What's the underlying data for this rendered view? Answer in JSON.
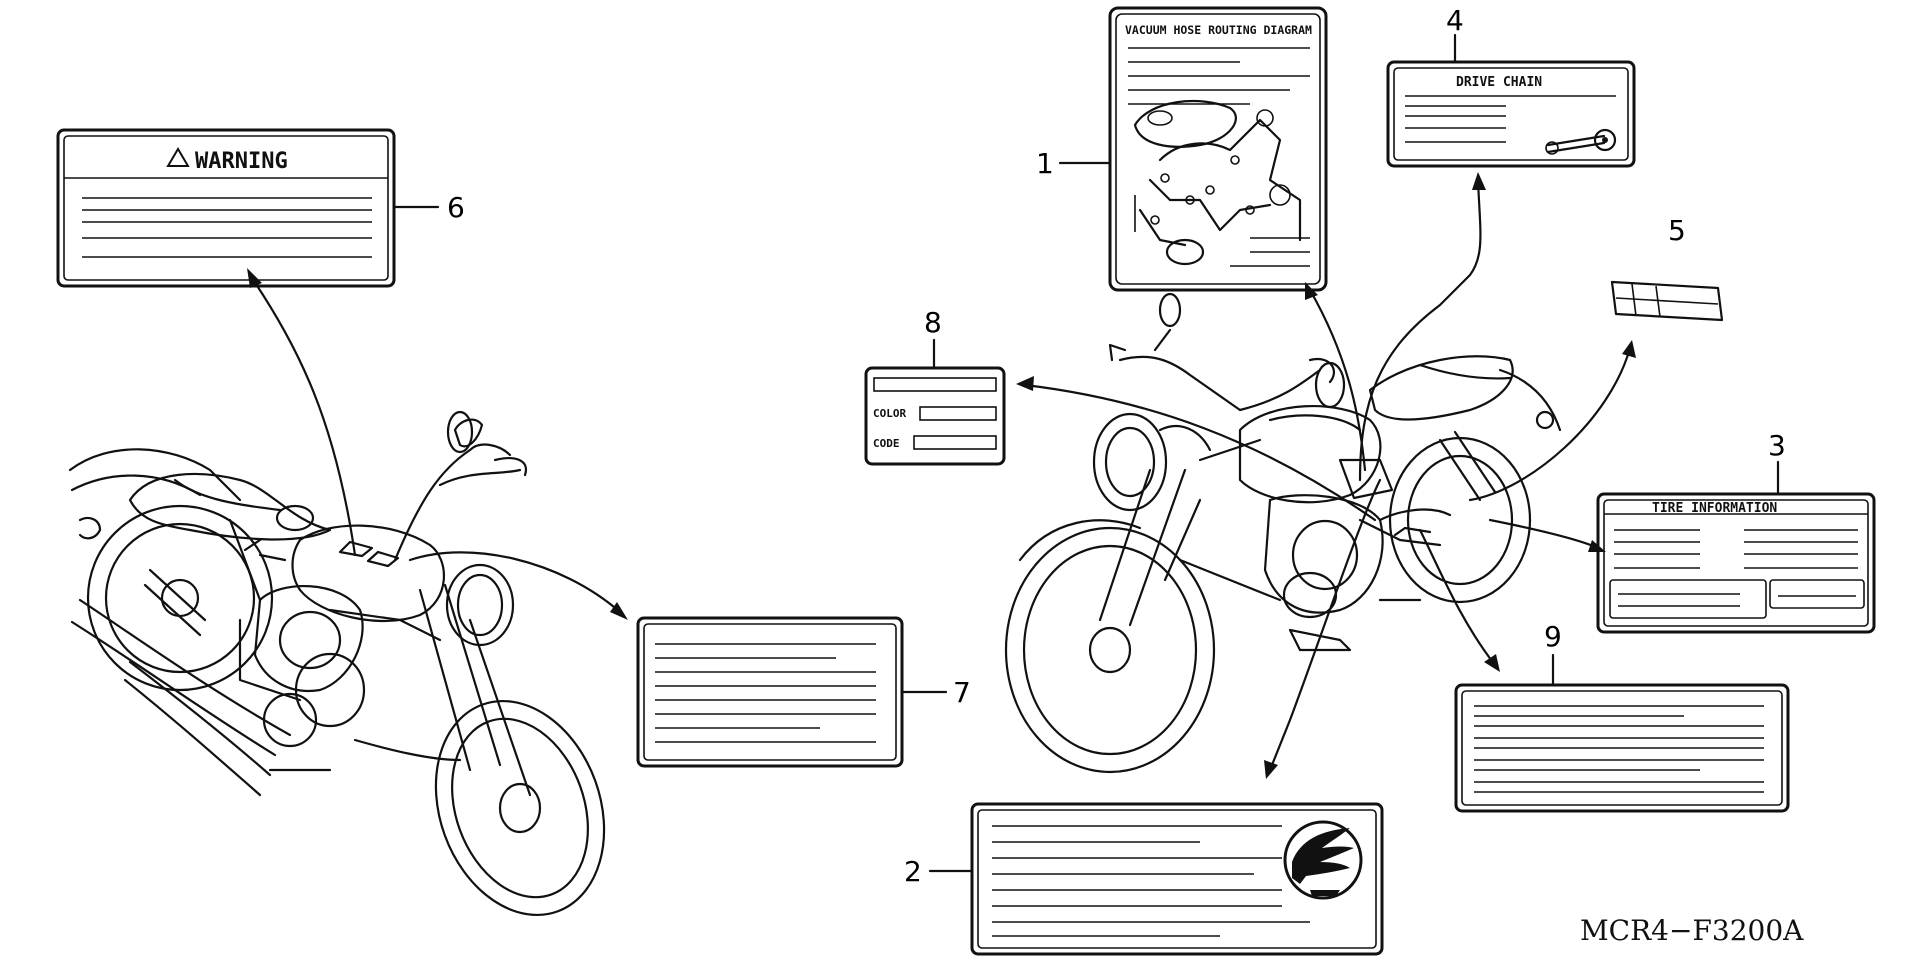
{
  "diagram": {
    "code": "MCR4−F3200A",
    "labels": {
      "label_1_title": "VACUUM HOSE ROUTING DIAGRAM",
      "label_4_title": "DRIVE CHAIN",
      "label_6_title": "WARNING",
      "label_3_title": "TIRE INFORMATION",
      "label_8_color": "COLOR",
      "label_8_code": "CODE"
    },
    "callouts": [
      "1",
      "2",
      "3",
      "4",
      "5",
      "6",
      "7",
      "8",
      "9"
    ],
    "icons": [
      "warning-triangle-icon",
      "honda-wing-logo"
    ]
  }
}
